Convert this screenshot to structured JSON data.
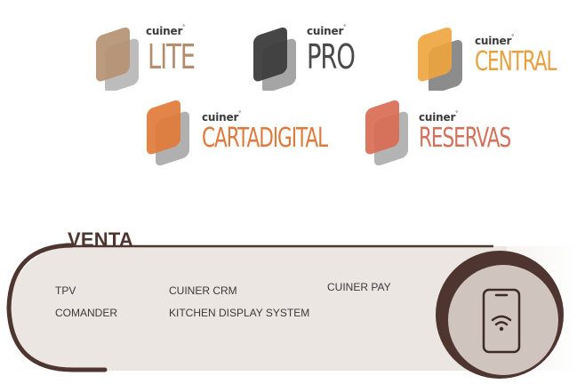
{
  "logos": [
    {
      "id": "lite",
      "brand": "cuiner",
      "product": "LITE",
      "colors": {
        "front": "#b69173",
        "back": "#bcbcbc",
        "text": "#b38d6e"
      }
    },
    {
      "id": "pro",
      "brand": "cuiner",
      "product": "PRO",
      "colors": {
        "front": "#3c3c3c",
        "back": "#a5a5a5",
        "text": "#4a4a4a"
      }
    },
    {
      "id": "central",
      "brand": "cuiner",
      "product": "CENTRAL",
      "colors": {
        "front": "#eea43c",
        "back": "#8c8c8c",
        "text": "#e8a13e"
      }
    },
    {
      "id": "cartadigital",
      "brand": "cuiner",
      "product": "CARTADIGITAL",
      "colors": {
        "front": "#e17a39",
        "back": "#b0b0b0",
        "text": "#df7a3c"
      }
    },
    {
      "id": "reservas",
      "brand": "cuiner",
      "product": "RESERVAS",
      "colors": {
        "front": "#d96c55",
        "back": "#b4b4b4",
        "text": "#d5705b"
      }
    }
  ],
  "section": {
    "title": "VENTA",
    "items": {
      "tpv": "TPV",
      "comander": "COMANDER",
      "crm": "CUINER CRM",
      "kds": "KITCHEN DISPLAY SYSTEM",
      "pay": "CUINER PAY"
    },
    "icon": "smartphone-wifi-icon"
  },
  "colors": {
    "panel": "#ece6e3",
    "arc": "#4e3530",
    "circle": "#d0c4be"
  }
}
